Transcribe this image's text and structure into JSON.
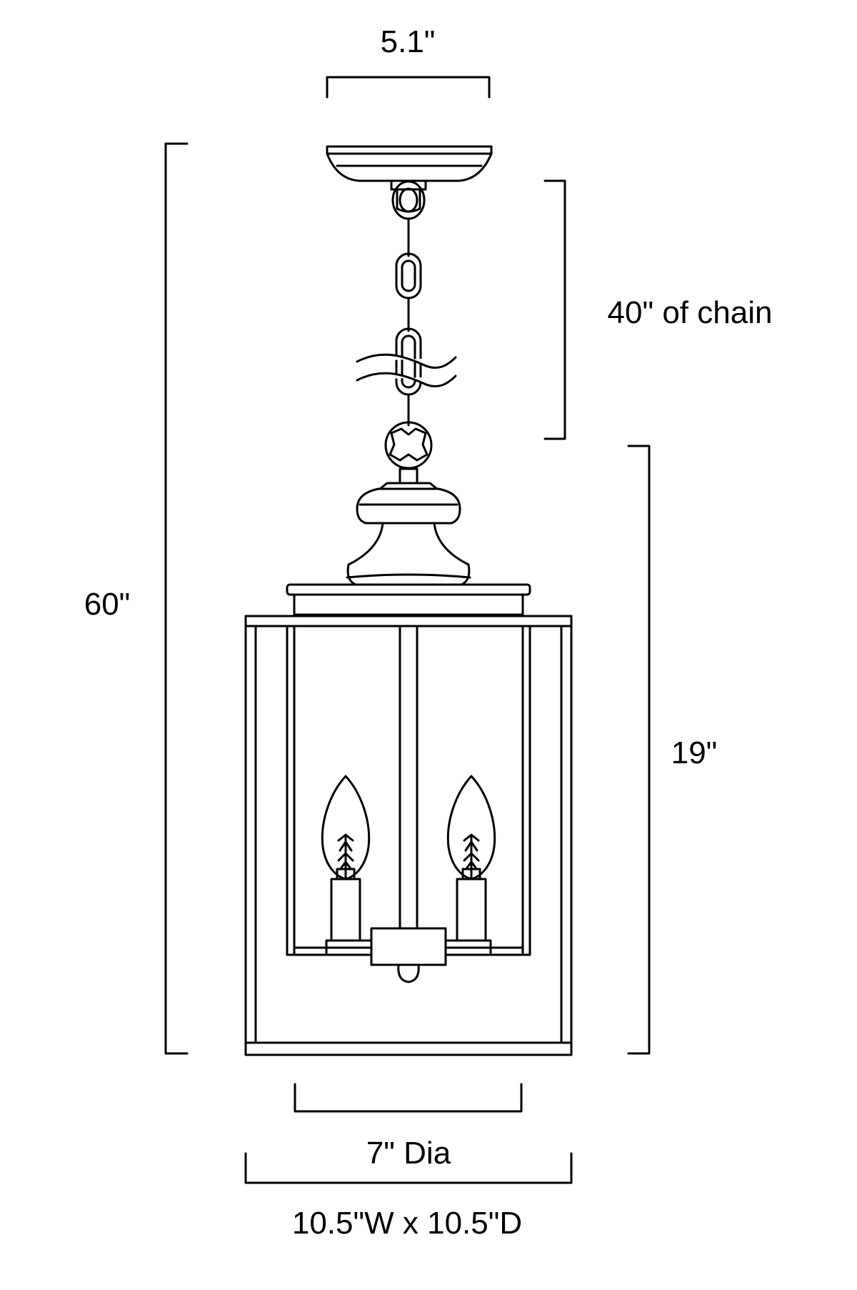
{
  "dimensions": {
    "canopy_width": "5.1\"",
    "chain_length": "40\" of chain",
    "overall_height": "60\"",
    "fixture_height": "19\"",
    "diameter": "7\" Dia",
    "footprint": "10.5\"W x 10.5\"D"
  },
  "colors": {
    "ink": "#000000",
    "background": "#ffffff"
  }
}
